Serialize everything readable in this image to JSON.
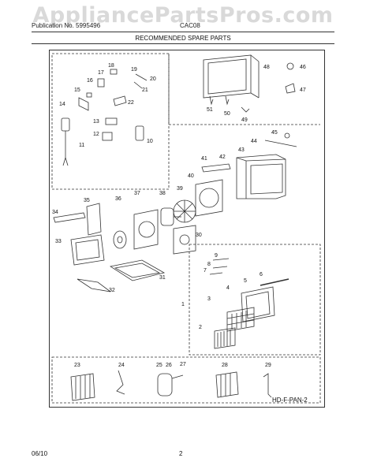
{
  "watermark": "AppliancePartsPros.com",
  "header": {
    "publication": "Publication No. 5995496",
    "model": "CAC08",
    "section_title": "RECOMMENDED SPARE PARTS"
  },
  "diagram": {
    "code": "HD-F-PAN-2",
    "callouts": [
      "1",
      "2",
      "3",
      "4",
      "5",
      "6",
      "7",
      "8",
      "9",
      "10",
      "11",
      "12",
      "13",
      "14",
      "15",
      "16",
      "17",
      "18",
      "19",
      "20",
      "21",
      "22",
      "23",
      "24",
      "25",
      "26",
      "27",
      "28",
      "29",
      "30",
      "31",
      "32",
      "33",
      "34",
      "35",
      "36",
      "37",
      "38",
      "39",
      "40",
      "41",
      "42",
      "43",
      "44",
      "45",
      "46",
      "47",
      "48",
      "49",
      "50",
      "51"
    ]
  },
  "footer": {
    "date": "06/10",
    "page": "2"
  },
  "colors": {
    "line": "#333333",
    "watermark": "#d9d9d9"
  }
}
